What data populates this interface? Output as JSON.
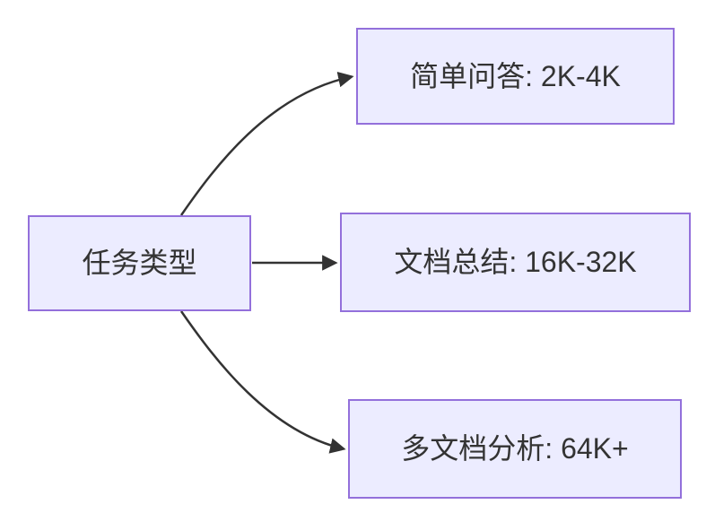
{
  "diagram": {
    "type": "flowchart",
    "direction": "left-to-right",
    "colors": {
      "background": "#FFFFFF",
      "node_fill": "#ECECFF",
      "node_border": "#9370DB",
      "edge": "#333333",
      "text": "#333333"
    },
    "nodes": {
      "root": {
        "label": "任务类型"
      },
      "simple_qa": {
        "label": "简单问答: 2K-4K"
      },
      "doc_summary": {
        "label": "文档总结: 16K-32K"
      },
      "multi_doc": {
        "label": "多文档分析: 64K+"
      }
    },
    "edges": [
      {
        "from": "root",
        "to": "simple_qa"
      },
      {
        "from": "root",
        "to": "doc_summary"
      },
      {
        "from": "root",
        "to": "multi_doc"
      }
    ]
  }
}
